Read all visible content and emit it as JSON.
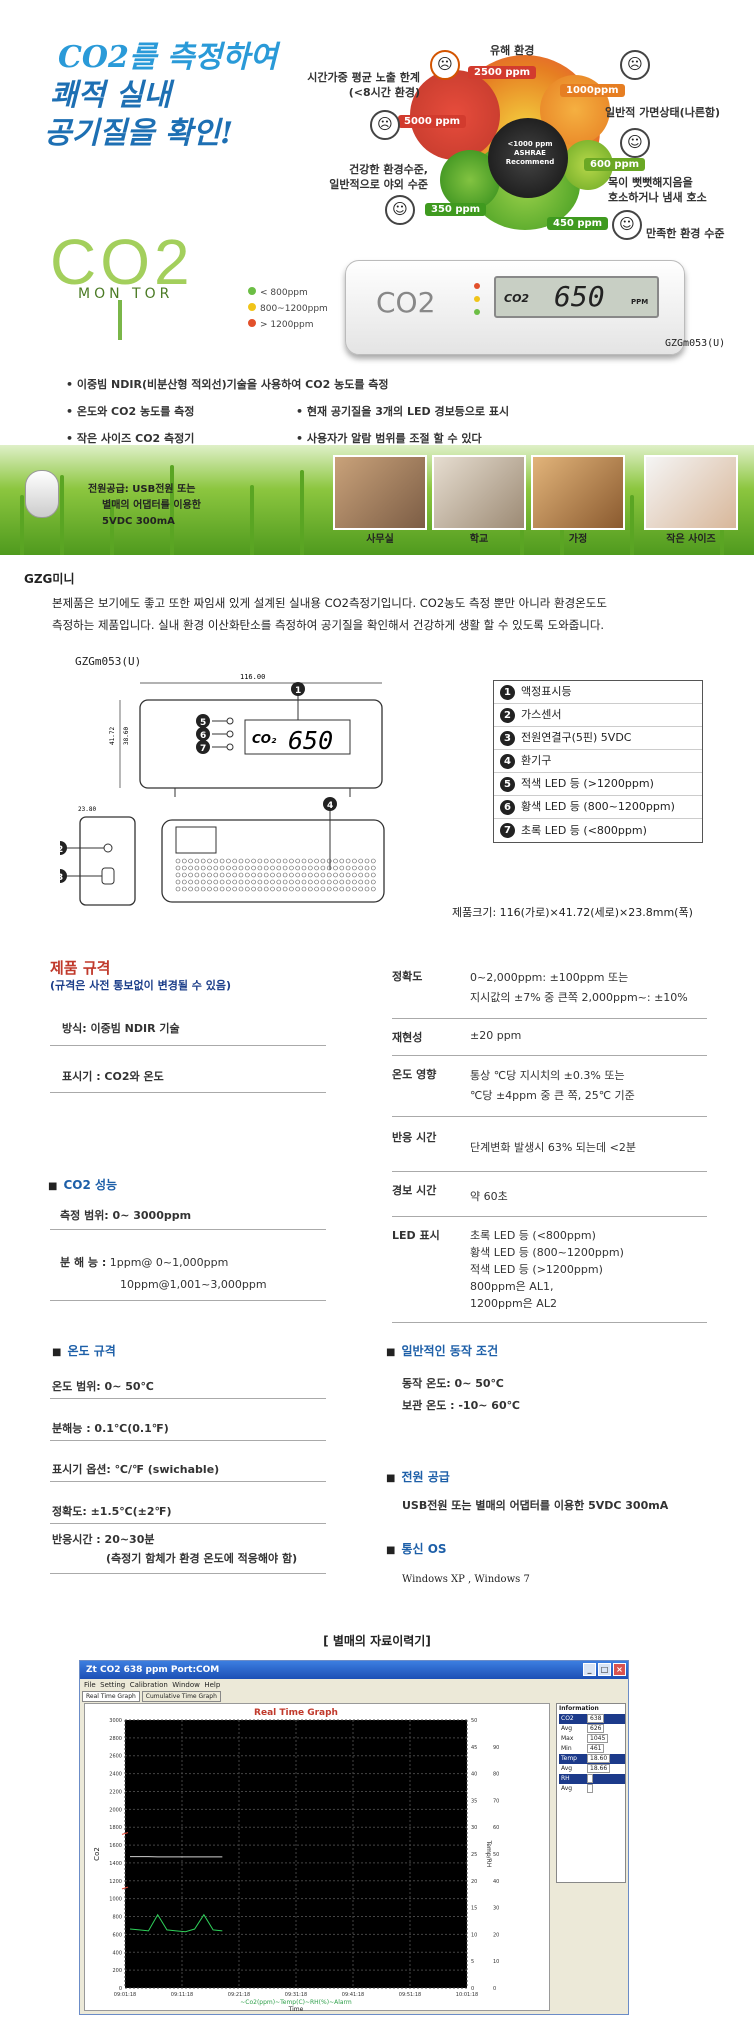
{
  "hero": {
    "headline": [
      "CO2를 측정하여",
      "쾌적 실내",
      "공기질을 확인!"
    ],
    "annotations": {
      "harmful": "유해 환경",
      "twa": "시간가중 평균 노출 한계\n(<8시간 환경)",
      "general": "일반적 가면상태(나른함)",
      "healthy": "건강한 환경수준,\n일반적으로 야외 수준",
      "throat": "목이 뻣뻣해지음을\n호소하거나 냄새 호소",
      "satisfied": "만족한 환경 수준"
    },
    "ppm_tags": [
      "2500 ppm",
      "1000ppm",
      "5000 ppm",
      "600 ppm",
      "350 ppm",
      "450 ppm"
    ],
    "center": [
      "<1000 ppm",
      "ASHRAE",
      "Recommend"
    ],
    "logo_main": "CO2",
    "logo_sub": "MON TOR",
    "leds": [
      {
        "color": "#6cbe45",
        "label": "< 800ppm"
      },
      {
        "color": "#f0c419",
        "label": "800~1200ppm"
      },
      {
        "color": "#e2502b",
        "label": "> 1200ppm"
      }
    ],
    "device_label": "CO2",
    "lcd_prefix": "CO2",
    "lcd_value": "650",
    "lcd_unit": "PPM",
    "model": "GZGm053(U)",
    "features": [
      "• 이중빔 NDIR(비분산형 적외선)기술을 사용하여 CO2 농도를 측정",
      "• 온도와 CO2 농도를 측정",
      "• 현재 공기질을 3개의 LED 경보등으로 표시",
      "• 작은 사이즈 CO2 측정기",
      "• 사용자가 알람 범위를 조절 할 수 있다"
    ],
    "power": [
      "전원공급: USB전원 또는",
      "별매의 어댑터를 이용한",
      "5VDC 300mA"
    ],
    "photos": [
      "사무실",
      "학교",
      "가정",
      "작은 사이즈"
    ]
  },
  "intro": {
    "title": "GZG미니",
    "text1": "본제품은 보기에도 좋고 또한 짜임새 있게 설계된 실내용 CO2측정기입니다. CO2농도 측정 뿐만 아니라 환경온도도",
    "text2": "측정하는 제품입니다. 실내 환경 이산화탄소를 측정하여 공기질을 확인해서 건강하게 생활 할 수 있도록 도와줍니다."
  },
  "diagram": {
    "model": "GZGm053(U)",
    "dims": [
      "116.00",
      "41.72",
      "23.80"
    ],
    "legend": [
      "액정표시등",
      "가스센서",
      "전원연결구(5핀) 5VDC",
      "환기구",
      "적색 LED 등 (>1200ppm)",
      "황색 LED 등 (800~1200ppm)",
      "초록 LED 등 (<800ppm)"
    ],
    "size": "제품크기: 116(가로)×41.72(세로)×23.8mm(폭)"
  },
  "spec": {
    "title": "제품 규격",
    "note": "(규격은 사전 통보없이 변경될 수 있음)",
    "method": "방식: 이중빔 NDIR 기술",
    "display": "표시기 : CO2와 온도",
    "co2_title": "CO2 성능",
    "range": "측정 범위: 0~ 3000ppm",
    "res_label": "분 해 능 :",
    "res1": "1ppm@ 0~1,000ppm",
    "res2": "10ppm@1,001~3,000ppm",
    "right": [
      {
        "k": "정확도",
        "v": [
          "0~2,000ppm: ±100ppm 또는",
          "지시값의 ±7% 중 큰쪽 2,000ppm~: ±10%"
        ]
      },
      {
        "k": "재현성",
        "v": [
          "±20 ppm"
        ]
      },
      {
        "k": "온도 영향",
        "v": [
          "통상 ℃당 지시치의 ±0.3% 또는",
          "℃당 ±4ppm 중 큰 쪽, 25℃ 기준"
        ]
      },
      {
        "k": "반응 시간",
        "v": [
          "단계변화 발생시 63% 되는데 <2분"
        ]
      },
      {
        "k": "경보 시간",
        "v": [
          "약 60초"
        ]
      },
      {
        "k": "LED 표시",
        "v": [
          "초록 LED 등 (<800ppm)",
          "황색 LED 등 (800~1200ppm)",
          "적색 LED 등 (>1200ppm)",
          "800ppm은 AL1,",
          "1200ppm은 AL2"
        ]
      }
    ],
    "temp_title": "온도 규격",
    "temp": [
      "온도 범위: 0~ 50℃",
      "분해능 : 0.1℃(0.1℉)",
      "표시기 옵션: ℃/℉ (swichable)",
      "정확도: ±1.5℃(±2℉)",
      "반응시간 : 20~30분"
    ],
    "temp_note": "(측정기 함체가 환경 온도에 적응해야 함)",
    "op_title": "일반적인 동작 조건",
    "op": [
      "동작 온도: 0~ 50℃",
      "보관 온도 : -10~ 60℃"
    ],
    "pw_title": "전원 공급",
    "pw": "USB전원 또는 별매의 어댑터를 이용한   5VDC 300mA",
    "os_title": "통신 OS",
    "os": "Windows XP , Windows 7"
  },
  "logger": {
    "heading": "[ 별매의 자료이력기]",
    "window_title": "Zt CO2 638 ppm  Port:COM",
    "menu": [
      "File",
      "Setting",
      "Calibration",
      "Window",
      "Help"
    ],
    "tabs": [
      "Real Time Graph",
      "Cumulative Time Graph"
    ],
    "graph_title": "Real Time Graph",
    "ylabel": "Co2",
    "y2label": "Temp/RH",
    "xlabel": "Time",
    "legend": "~Co2(ppm)~Temp(C)~RH(%)~Alarm",
    "info_title": "Information",
    "info": [
      [
        "CO2",
        "638"
      ],
      [
        "Avg",
        "626"
      ],
      [
        "Max",
        "1045"
      ],
      [
        "Min",
        "461"
      ],
      [
        "Temp",
        "18.60"
      ],
      [
        "Avg",
        "18.66"
      ],
      [
        "RH",
        ""
      ],
      [
        "Avg",
        ""
      ]
    ]
  },
  "chart_data": {
    "type": "line",
    "title": "Real Time Graph",
    "xlabel": "Time",
    "ylabel": "Co2",
    "ylim": [
      0,
      3000
    ],
    "y2lim": [
      0,
      50
    ],
    "x": [
      "09:01:18",
      "09:11:18",
      "09:21:18",
      "09:31:18",
      "09:41:18",
      "09:51:18",
      "10:01:18"
    ],
    "yticks": [
      0,
      200,
      400,
      600,
      800,
      1000,
      1200,
      1400,
      1600,
      1800,
      2000,
      2200,
      2400,
      2600,
      2800,
      3000
    ],
    "y2ticks": [
      0,
      5,
      10,
      15,
      20,
      25,
      30,
      35,
      40,
      45,
      50
    ],
    "y3ticks": [
      0,
      10,
      20,
      30,
      40,
      50,
      60,
      70,
      80,
      90
    ],
    "series": [
      {
        "name": "Co2(ppm)",
        "color": "#2fd05a",
        "values": [
          660,
          650,
          640,
          820,
          650,
          640,
          630,
          660,
          820,
          650,
          640
        ]
      },
      {
        "name": "Temp(C)",
        "color": "#d0d0d0",
        "values": [
          1470,
          1470,
          1470,
          1468,
          1468,
          1468,
          1468,
          1468,
          1468,
          1468,
          1468
        ]
      }
    ]
  }
}
